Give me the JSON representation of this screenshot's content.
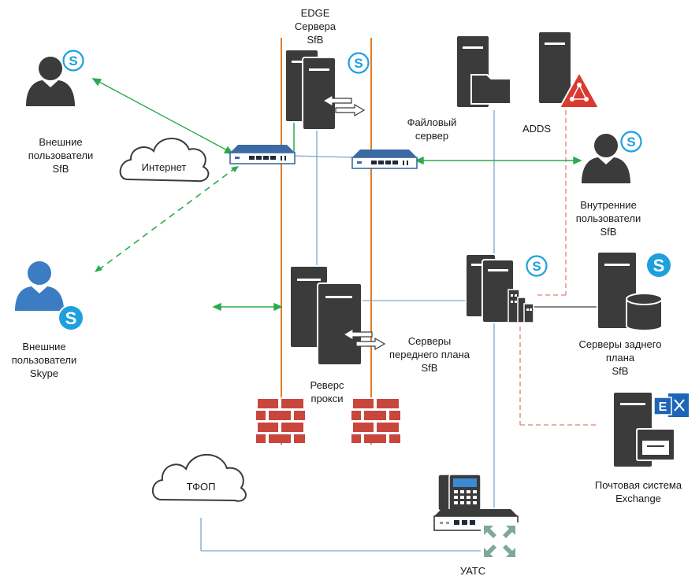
{
  "labels": {
    "edge_servers": "EDGE\nСервера\nSfB",
    "external_users_sfb": "Внешние\nпользователи\nSfB",
    "internet": "Интернет",
    "file_server": "Файловый\nсервер",
    "adds": "ADDS",
    "internal_users": "Внутренние\nпользователи\nSfB",
    "external_users_skype": "Внешние\nпользователи\nSkype",
    "reverse_proxy": "Реверс\nпрокси",
    "frontend_servers": "Серверы\nпереднего плана\nSfB",
    "backend_servers": "Серверы заднего\nплана\nSfB",
    "mail_system": "Почтовая система\nExchange",
    "pstn": "ТФОП",
    "pbx": "УАТС"
  },
  "colors": {
    "server": "#3b3b3b",
    "server_light": "#ffffff",
    "skype_blue": "#1ea0de",
    "user_blue": "#3b7cc2",
    "firewall": "#c9463d",
    "dmz_line": "#e07b24",
    "link_blue": "#7ea6cf",
    "link_green": "#2aab4d",
    "link_red_dashed": "#e0807a",
    "switch_blue": "#3c6aa4",
    "adds_red": "#d93b30",
    "exchange_blue": "#1e65b8",
    "pbx_green": "#7fa89a"
  },
  "icons": {
    "person": "person-icon",
    "skype": "skype-icon",
    "server": "server-icon",
    "switch": "switch-icon",
    "cloud": "cloud-icon",
    "firewall": "firewall-icon",
    "folder": "folder-icon",
    "warning": "adds-warning-icon",
    "database": "database-icon",
    "exchange": "exchange-icon",
    "phone": "ip-phone-icon",
    "building": "building-icon"
  }
}
